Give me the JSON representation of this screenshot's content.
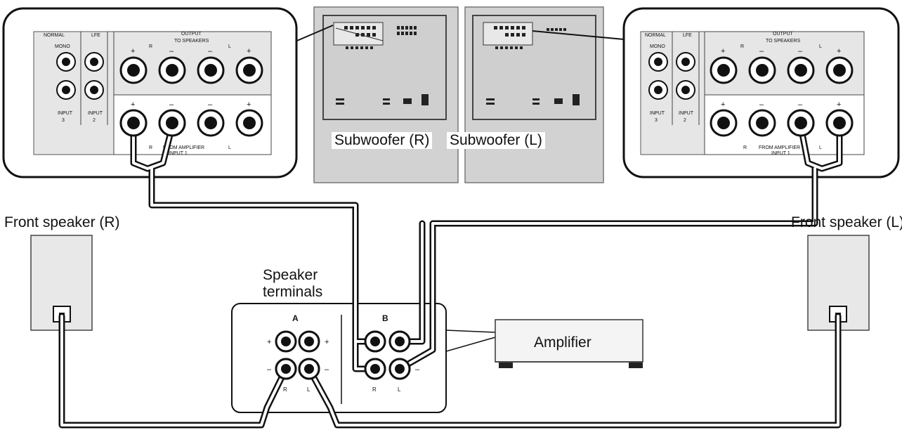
{
  "labels": {
    "subwoofer_r": "Subwoofer (R)",
    "subwoofer_l": "Subwoofer (L)",
    "front_speaker_r": "Front speaker (R)",
    "front_speaker_l": "Front speaker (L)",
    "speaker_terminals_line1": "Speaker",
    "speaker_terminals_line2": "terminals",
    "amplifier": "Amplifier",
    "terminal_group_a": "A",
    "terminal_group_b": "B"
  },
  "panel": {
    "normal": "NORMAL",
    "lfe": "LFE",
    "mono": "MONO",
    "output": "OUTPUT",
    "to_speakers": "TO SPEAKERS",
    "input": "INPUT",
    "input_3": "3",
    "input_2": "2",
    "from_amplifier": "FROM AMPLIFIER",
    "input_1": "INPUT 1",
    "r": "R",
    "l": "L",
    "plus": "+",
    "minus": "–"
  },
  "colors": {
    "cable": "#111111",
    "panel_bg": "#e6e6e6",
    "subwoofer_bg": "#d2d2d2",
    "amp_bg": "#f4f4f4"
  }
}
